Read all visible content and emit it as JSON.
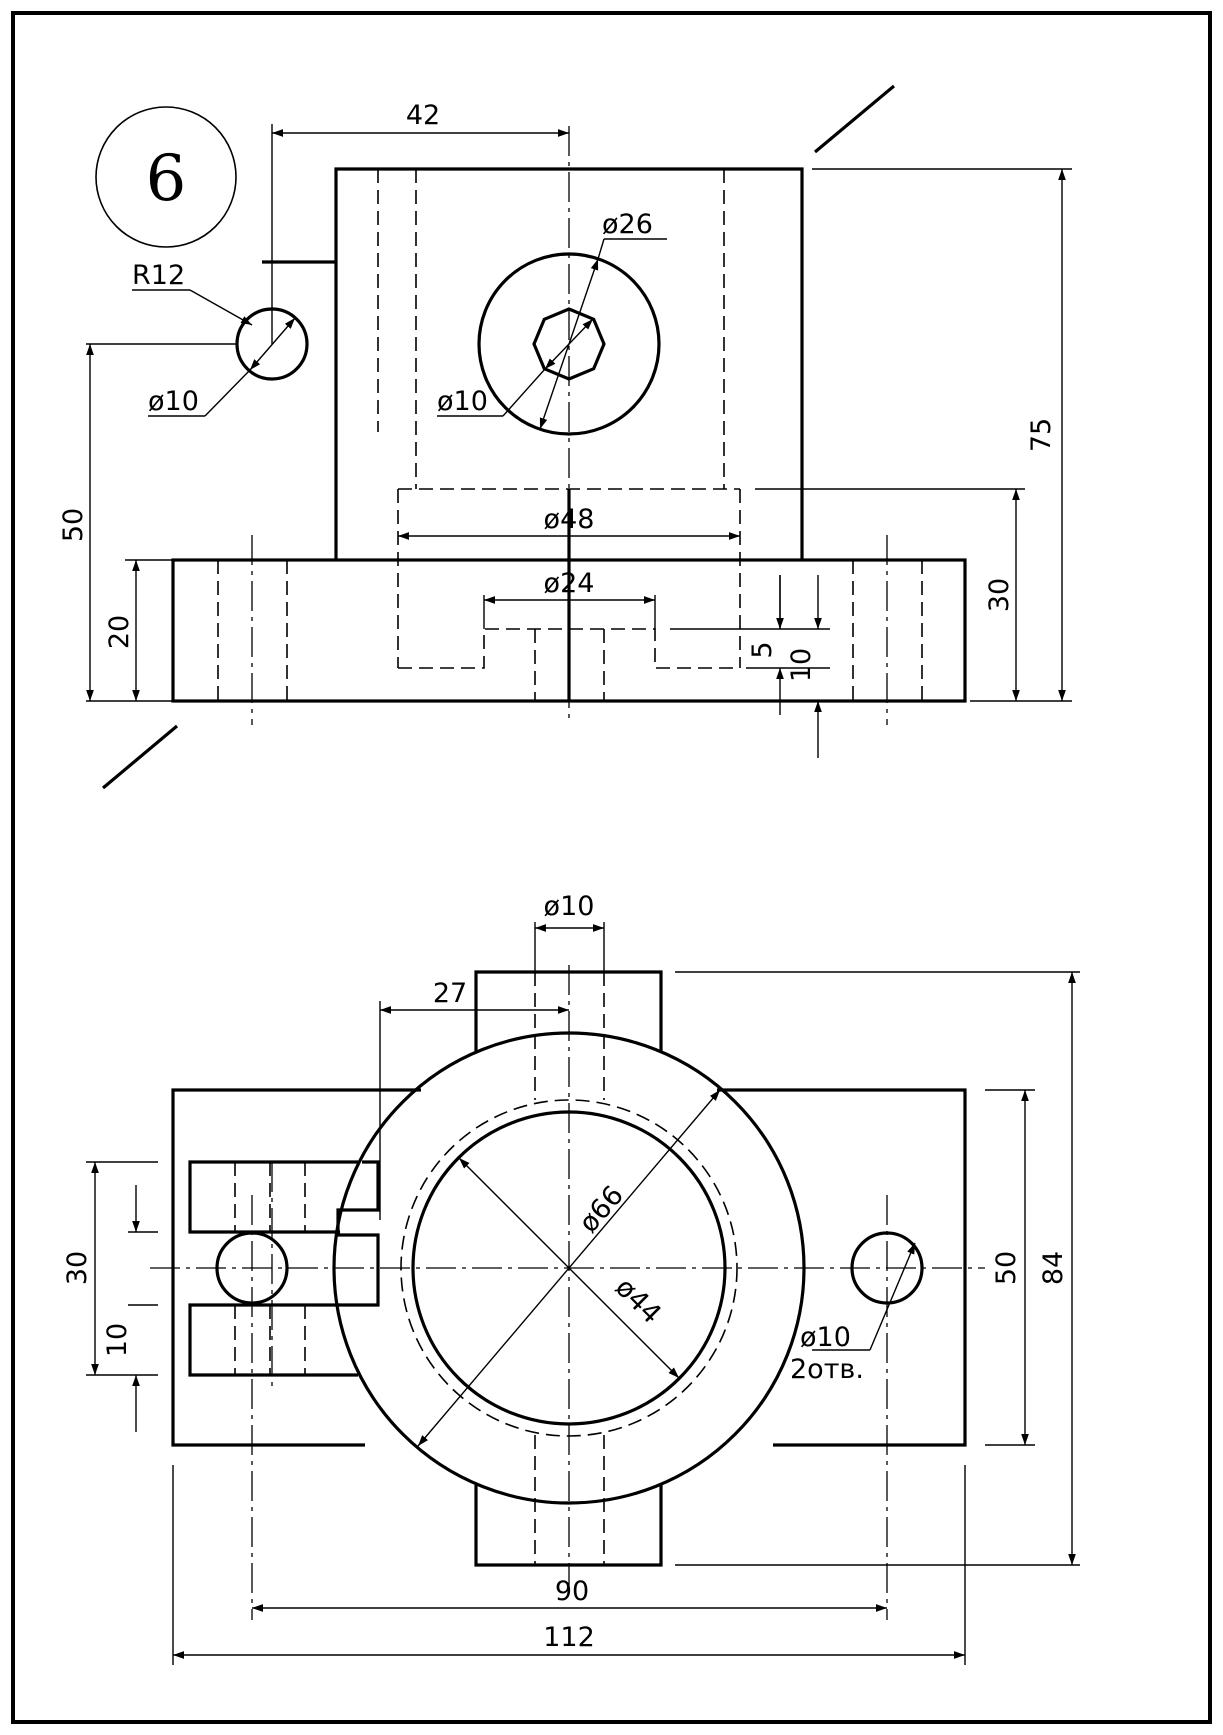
{
  "sheet": {
    "number": "6"
  },
  "front_view": {
    "dim_width_hole_offset": "42",
    "dim_bore_small": "ø26",
    "dim_lug_radius": "R12",
    "dim_lug_hole": "ø10",
    "dim_center_hole": "ø10",
    "dim_height_total": "75",
    "dim_height_axis": "50",
    "dim_counterbore": "ø48",
    "dim_inner_bore": "ø24",
    "dim_base_height": "20",
    "dim_counterbore_depth": "30",
    "dim_groove_5": "5",
    "dim_groove_10": "10"
  },
  "top_view": {
    "dim_boss_hole": "ø10",
    "dim_offset_27": "27",
    "dim_outer_diameter": "ø66",
    "dim_inner_diameter": "ø44",
    "dim_slot_width": "30",
    "dim_slot_inner": "10",
    "dim_hole_note_size": "ø10",
    "dim_hole_note_count": "2отв.",
    "dim_base_depth": "50",
    "dim_overall_depth": "84",
    "dim_hole_spacing": "90",
    "dim_overall_width": "112"
  }
}
